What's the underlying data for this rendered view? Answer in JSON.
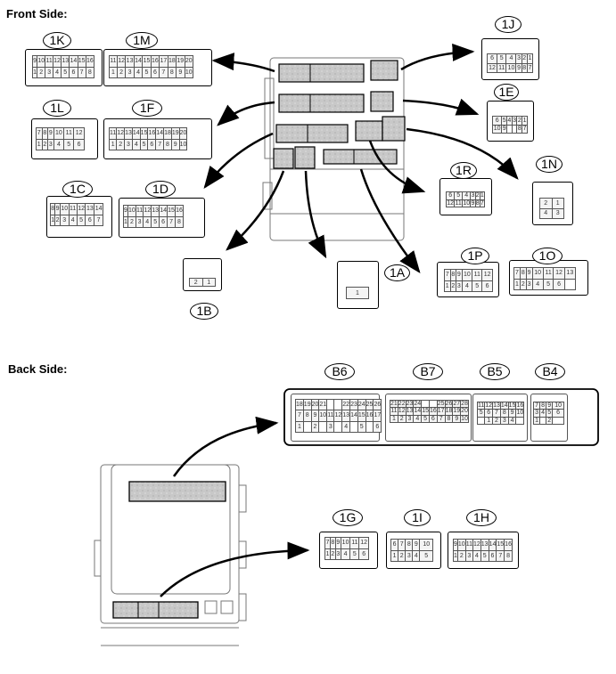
{
  "front_title": "Front Side:",
  "back_title": "Back Side:",
  "front_connectors": {
    "1K": {
      "label": "1K",
      "rows": [
        [
          "9",
          "10",
          "11",
          "12",
          "13",
          "14",
          "15",
          "16"
        ],
        [
          "1",
          "2",
          "3",
          "4",
          "5",
          "6",
          "7",
          "8"
        ]
      ]
    },
    "1M": {
      "label": "1M",
      "rows": [
        [
          "11",
          "12",
          "13",
          "14",
          "15",
          "16",
          "17",
          "18",
          "19",
          "20"
        ],
        [
          "1",
          "2",
          "3",
          "4",
          "5",
          "6",
          "7",
          "8",
          "9",
          "10"
        ]
      ]
    },
    "1L": {
      "label": "1L",
      "rows": [
        [
          "7",
          "8",
          "9",
          "10",
          "11",
          "12"
        ],
        [
          "1",
          "2",
          "3",
          "4",
          "5",
          "6"
        ]
      ]
    },
    "1F": {
      "label": "1F",
      "rows": [
        [
          "11",
          "12",
          "13",
          "14",
          "15",
          "16",
          "14",
          "18",
          "19",
          "20"
        ],
        [
          "1",
          "2",
          "3",
          "4",
          "5",
          "6",
          "7",
          "8",
          "9",
          "10"
        ]
      ]
    },
    "1C": {
      "label": "1C",
      "rows": [
        [
          "8",
          "9",
          "10",
          "11",
          "12",
          "13",
          "14"
        ],
        [
          "1",
          "2",
          "3",
          "4",
          "5",
          "6",
          "7"
        ]
      ]
    },
    "1D": {
      "label": "1D",
      "rows": [
        [
          "9",
          "10",
          "11",
          "12",
          "13",
          "14",
          "15",
          "16"
        ],
        [
          "1",
          "2",
          "3",
          "4",
          "5",
          "6",
          "7",
          "8"
        ]
      ]
    },
    "1J": {
      "label": "1J",
      "rows": [
        [
          "6",
          "5",
          "4",
          "3",
          "2",
          "1"
        ],
        [
          "12",
          "11",
          "10",
          "9",
          "8",
          "7"
        ]
      ]
    },
    "1E": {
      "label": "1E",
      "rows": [
        [
          "6",
          "5",
          "4",
          "3",
          "2",
          "1"
        ],
        [
          "10",
          "9",
          "",
          "",
          "8",
          "7"
        ]
      ]
    },
    "1R": {
      "label": "1R",
      "rows": [
        [
          "6",
          "5",
          "4",
          "3",
          "2",
          "1"
        ],
        [
          "12",
          "11",
          "10",
          "9",
          "8",
          "7"
        ]
      ]
    },
    "1N": {
      "label": "1N",
      "rows": [
        [
          "2",
          "1"
        ],
        [
          "4",
          "3"
        ]
      ]
    },
    "1B": {
      "label": "1B",
      "rows": [
        [
          "2",
          "1"
        ]
      ]
    },
    "1A": {
      "label": "1A",
      "rows": [
        [
          "1"
        ]
      ]
    },
    "1P": {
      "label": "1P",
      "rows": [
        [
          "7",
          "8",
          "9",
          "10",
          "11",
          "12"
        ],
        [
          "1",
          "2",
          "3",
          "4",
          "5",
          "6"
        ]
      ]
    },
    "1O": {
      "label": "1O",
      "rows": [
        [
          "7",
          "8",
          "9",
          "10",
          "11",
          "12",
          "13"
        ],
        [
          "1",
          "2",
          "3",
          "4",
          "5",
          "6",
          ""
        ]
      ]
    }
  },
  "back_connectors": {
    "B6": {
      "label": "B6",
      "rows": [
        [
          "18",
          "19",
          "20",
          "21",
          "",
          "",
          "22",
          "23",
          "24",
          "25",
          "26"
        ],
        [
          "7",
          "8",
          "9",
          "10",
          "11",
          "12",
          "13",
          "14",
          "15",
          "16",
          "17"
        ],
        [
          "1",
          "",
          "2",
          "",
          "3",
          "",
          "4",
          "",
          "5",
          "",
          "6"
        ]
      ]
    },
    "B7": {
      "label": "B7",
      "rows": [
        [
          "21",
          "22",
          "23",
          "24",
          "",
          "",
          "25",
          "26",
          "27",
          "28"
        ],
        [
          "11",
          "12",
          "13",
          "14",
          "15",
          "16",
          "17",
          "18",
          "19",
          "20"
        ],
        [
          "1",
          "2",
          "3",
          "4",
          "5",
          "6",
          "7",
          "8",
          "9",
          "10"
        ]
      ]
    },
    "B5": {
      "label": "B5",
      "rows": [
        [
          "11",
          "12",
          "13",
          "14",
          "15",
          "16"
        ],
        [
          "5",
          "6",
          "7",
          "8",
          "9",
          "10"
        ],
        [
          "",
          "1",
          "2",
          "3",
          "4",
          ""
        ]
      ]
    },
    "B4": {
      "label": "B4",
      "rows": [
        [
          "7",
          "8",
          "9",
          "10"
        ],
        [
          "3",
          "4",
          "5",
          "6"
        ],
        [
          "1",
          "",
          "2",
          ""
        ]
      ]
    },
    "1G": {
      "label": "1G",
      "rows": [
        [
          "7",
          "8",
          "9",
          "10",
          "11",
          "12"
        ],
        [
          "1",
          "2",
          "3",
          "4",
          "5",
          "6"
        ]
      ]
    },
    "1I": {
      "label": "1I",
      "rows": [
        [
          "6",
          "7",
          "8",
          "9",
          "10"
        ],
        [
          "1",
          "2",
          "3",
          "4",
          "5"
        ]
      ]
    },
    "1H": {
      "label": "1H",
      "rows": [
        [
          "9",
          "10",
          "11",
          "12",
          "13",
          "14",
          "15",
          "16"
        ],
        [
          "1",
          "2",
          "3",
          "4",
          "5",
          "6",
          "7",
          "8"
        ]
      ]
    }
  }
}
